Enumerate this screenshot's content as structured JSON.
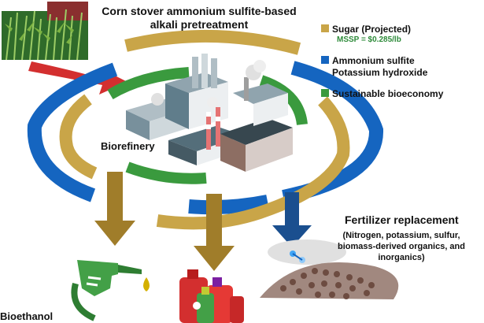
{
  "title": "Corn stover ammonium sulfite-based alkali pretreatment",
  "legend": {
    "sugar_label": "Sugar (Projected)",
    "mssp": "MSSP = $0.285/lb",
    "chemicals_line1": "Ammonium sulfite",
    "chemicals_line2": "Potassium hydroxide",
    "bioeconomy": "Sustainable bioeconomy"
  },
  "center_label": "Biorefinery",
  "fertilizer": {
    "title": "Fertilizer replacement",
    "detail": "(Nitrogen, potassium, sulfur, biomass-derived organics, and inorganics)"
  },
  "bioethanol_label": "Bioethanol",
  "colors": {
    "gold": "#c9a548",
    "blue": "#1565c0",
    "green": "#3a9a3e",
    "arrow_gold": "#a07d2a",
    "arrow_blue": "#1a4f8f",
    "arrow_red": "#d32f2f"
  },
  "icons": [
    "corn-field-icon",
    "factory-icon",
    "fuel-nozzle-icon",
    "detergent-bottles-icon",
    "fertilizer-pile-icon"
  ]
}
